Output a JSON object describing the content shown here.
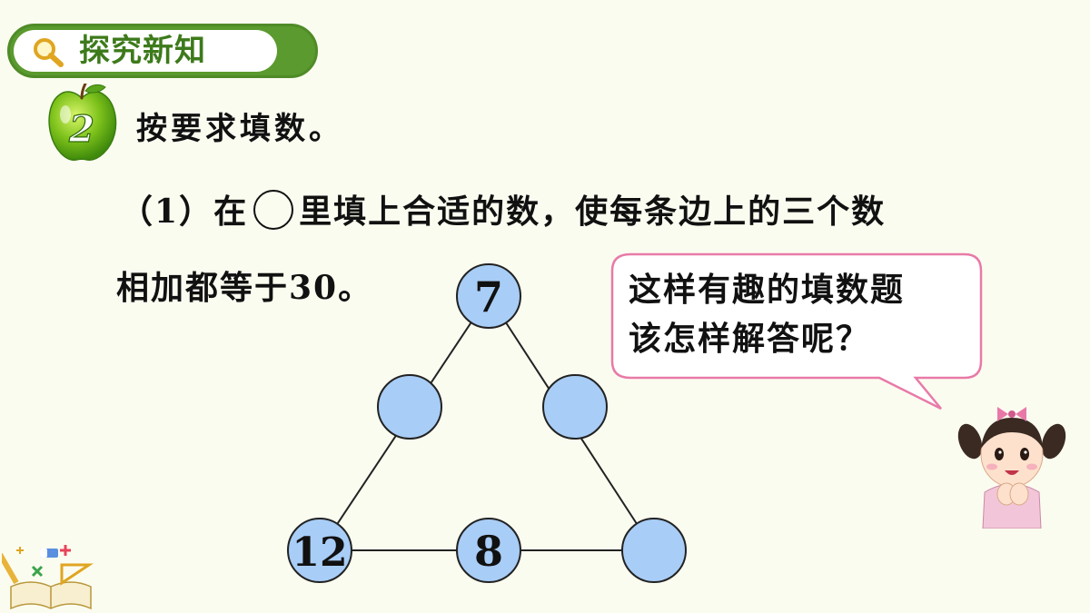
{
  "header": {
    "title": "探究新知",
    "icon": "search-icon",
    "accent_color": "#5a9a2e"
  },
  "question": {
    "number": "2",
    "title": "按要求填数。"
  },
  "sub_question": {
    "label": "（1）",
    "before_circle": "在",
    "after_circle": "里填上合适的数，使每条边上的三个数",
    "line2": "相加都等于30。"
  },
  "triangle": {
    "top": "7",
    "left_middle": "",
    "right_middle": "",
    "bottom_left": "12",
    "bottom_middle": "8",
    "bottom_right": "",
    "node_color": "#a8cdf6"
  },
  "speech_bubble": {
    "line1": "这样有趣的填数题",
    "line2": "该怎样解答呢？",
    "border_color": "#e87aa8"
  }
}
